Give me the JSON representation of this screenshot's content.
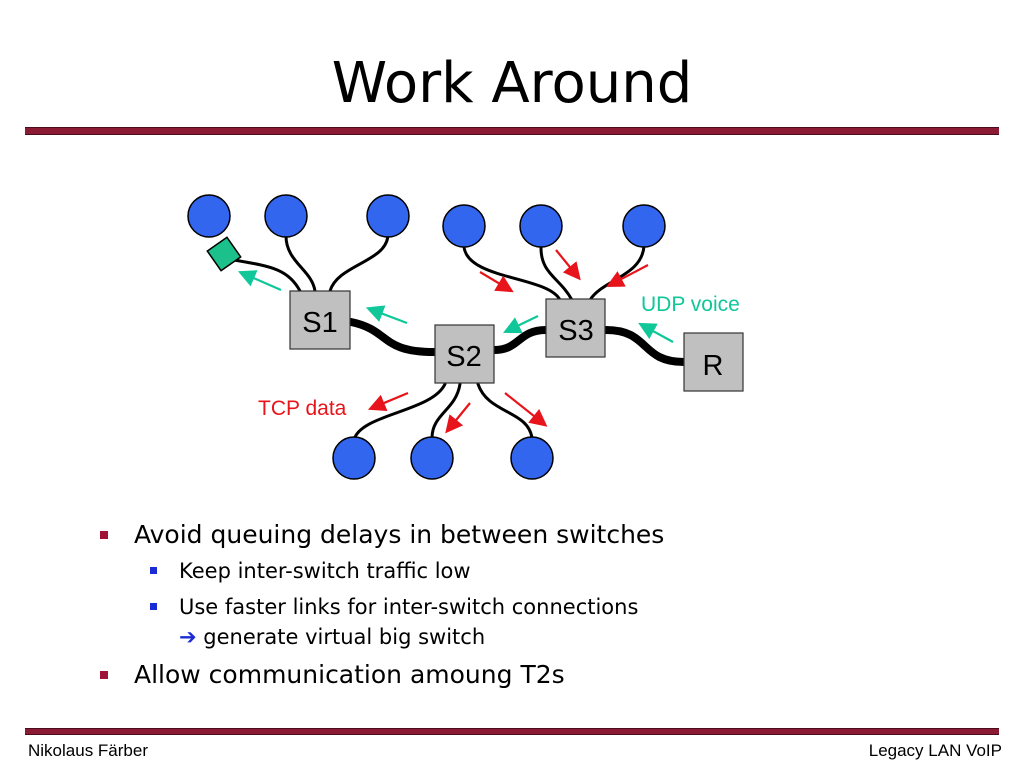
{
  "slide": {
    "title": "Work Around",
    "diagram": {
      "switches": [
        "S1",
        "S2",
        "S3"
      ],
      "router": "R",
      "labels": {
        "udp": "UDP voice",
        "tcp": "TCP data"
      },
      "colors": {
        "node": "#3366ee",
        "switch": "#c0c0c0",
        "tcp_arrow": "#e8141b",
        "udp_arrow": "#10c79a",
        "queue": "#1bc08a"
      }
    },
    "bullets": [
      {
        "text": "Avoid queuing delays in between switches",
        "sub": [
          {
            "text": "Keep inter-switch traffic low"
          },
          {
            "text": "Use faster links for inter-switch connections",
            "cont_arrow": "➔",
            "cont": " generate virtual big switch"
          }
        ]
      },
      {
        "text": "Allow communication amoung T2s"
      }
    ],
    "footer": {
      "left": "Nikolaus Färber",
      "right": "Legacy LAN VoIP"
    }
  }
}
